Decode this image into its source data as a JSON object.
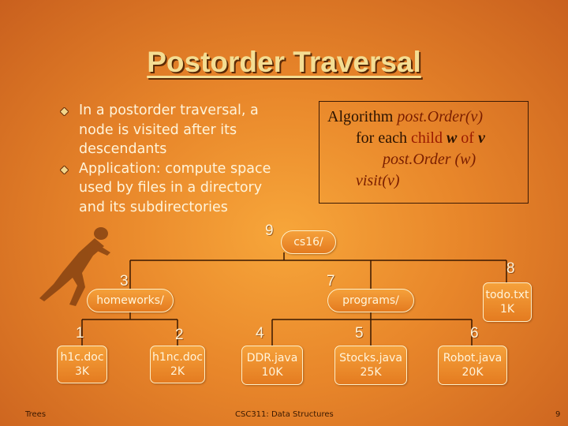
{
  "title": "Postorder Traversal",
  "bullets": [
    {
      "icon": "bullet-icon",
      "lines": [
        "In a postorder traversal, a",
        "node is visited after its",
        "descendants"
      ]
    },
    {
      "icon": "bullet-icon",
      "lines": [
        "Application: compute space",
        "used by files in a directory",
        "and its subdirectories"
      ]
    }
  ],
  "algorithm": {
    "l1_kw": "Algorithm",
    "l1_fn": "post.Order(v)",
    "l2_kw": "for each",
    "l2_mid": "child",
    "l2_w": "w",
    "l2_of": "of",
    "l2_v": "v",
    "l3": "post.Order (w)",
    "l4": "visit(v)"
  },
  "tree": {
    "root": "cs16/",
    "homeworks": "homeworks/",
    "programs": "programs/",
    "todo": [
      "todo.txt",
      "1K"
    ],
    "files": {
      "h1c": [
        "h1c.doc",
        "3K"
      ],
      "h1nc": [
        "h1nc.doc",
        "2K"
      ],
      "ddr": [
        "DDR.java",
        "10K"
      ],
      "stocks": [
        "Stocks.java",
        "25K"
      ],
      "robot": [
        "Robot.java",
        "20K"
      ]
    },
    "order_labels": {
      "n1": "1",
      "n2": "2",
      "n3": "3",
      "n4": "4",
      "n5": "5",
      "n6": "6",
      "n7": "7",
      "n8": "8",
      "n9": "9"
    }
  },
  "footer": {
    "left": "Trees",
    "center": "CSC311: Data Structures",
    "page": "9"
  },
  "colors": {
    "title": "#f4dd93",
    "node_fill": "#ee8d2c",
    "text_light": "#fff4da",
    "algo_red": "#9a1a00"
  }
}
